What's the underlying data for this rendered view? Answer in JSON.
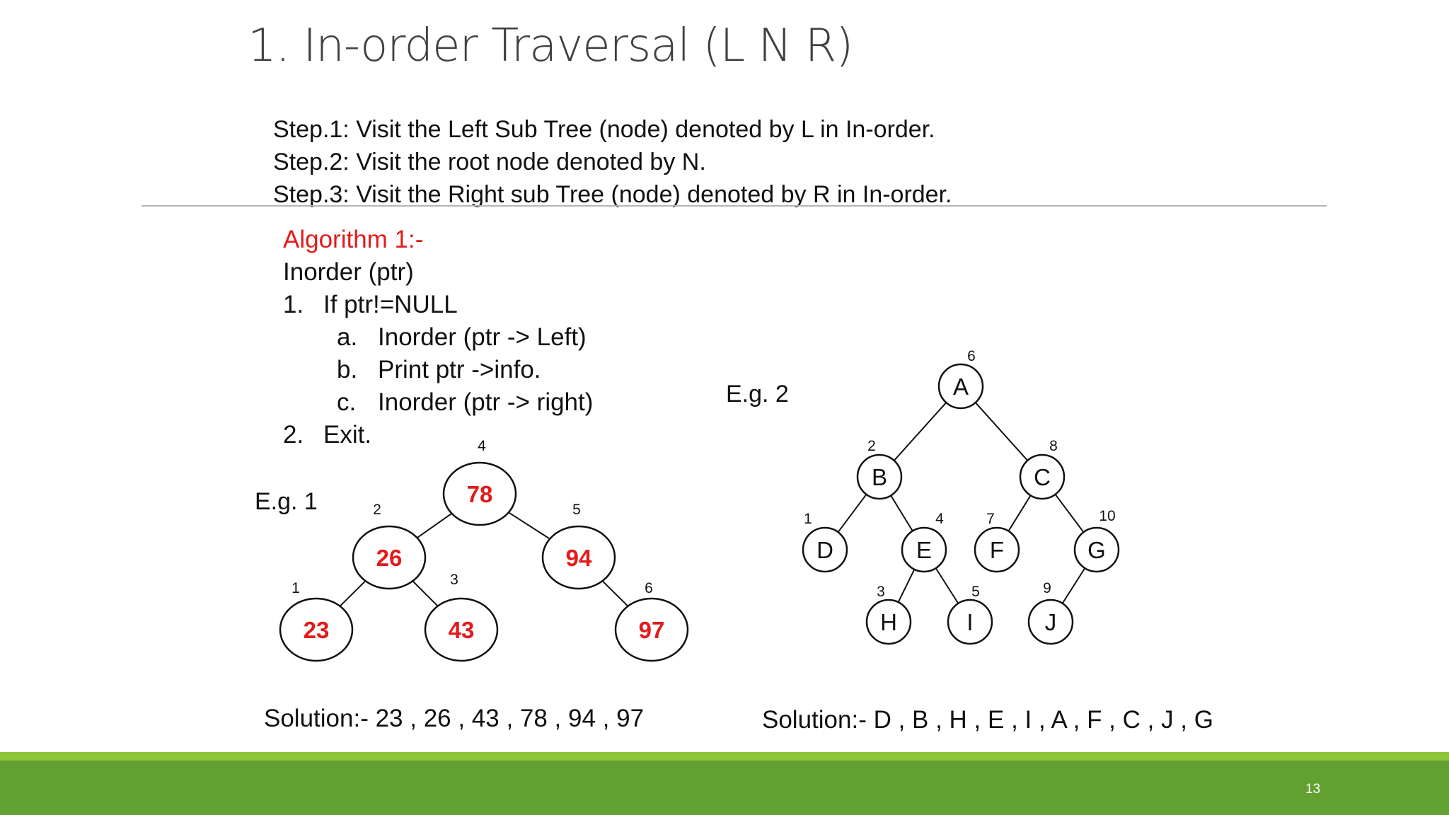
{
  "slide": {
    "title": "1. In-order Traversal (L N R)",
    "page_number": "13"
  },
  "steps": [
    "Step.1: Visit the Left Sub Tree (node) denoted by L in In-order.",
    "Step.2: Visit the root node denoted by N.",
    "Step.3: Visit the Right sub Tree (node) denoted by R in In-order."
  ],
  "algorithm": {
    "heading": "Algorithm 1:-",
    "signature": "Inorder (ptr)",
    "step1_num": "1.",
    "step1_text": "If ptr!=NULL",
    "sub": [
      {
        "label": "a.",
        "text": "Inorder (ptr -> Left)"
      },
      {
        "label": "b.",
        "text": "Print ptr ->info."
      },
      {
        "label": "c.",
        "text": "Inorder (ptr -> right)"
      }
    ],
    "step2_num": "2.",
    "step2_text": "Exit."
  },
  "example1": {
    "label": "E.g. 1",
    "nodes": [
      {
        "id": "78",
        "label": "78",
        "order": "4"
      },
      {
        "id": "26",
        "label": "26",
        "order": "2"
      },
      {
        "id": "94",
        "label": "94",
        "order": "5"
      },
      {
        "id": "23",
        "label": "23",
        "order": "1"
      },
      {
        "id": "43",
        "label": "43",
        "order": "3"
      },
      {
        "id": "97",
        "label": "97",
        "order": "6"
      }
    ],
    "edges": [
      [
        "78",
        "26"
      ],
      [
        "78",
        "94"
      ],
      [
        "26",
        "23"
      ],
      [
        "26",
        "43"
      ],
      [
        "94",
        "97"
      ]
    ],
    "solution": "Solution:- 23 , 26 , 43 , 78 , 94 , 97"
  },
  "example2": {
    "label": "E.g. 2",
    "nodes": [
      {
        "id": "A",
        "label": "A",
        "order": "6"
      },
      {
        "id": "B",
        "label": "B",
        "order": "2"
      },
      {
        "id": "C",
        "label": "C",
        "order": "8"
      },
      {
        "id": "D",
        "label": "D",
        "order": "1"
      },
      {
        "id": "E",
        "label": "E",
        "order": "4"
      },
      {
        "id": "F",
        "label": "F",
        "order": "7"
      },
      {
        "id": "G",
        "label": "G",
        "order": "10"
      },
      {
        "id": "H",
        "label": "H",
        "order": "3"
      },
      {
        "id": "I",
        "label": "I",
        "order": "5"
      },
      {
        "id": "J",
        "label": "J",
        "order": "9"
      }
    ],
    "edges": [
      [
        "A",
        "B"
      ],
      [
        "A",
        "C"
      ],
      [
        "B",
        "D"
      ],
      [
        "B",
        "E"
      ],
      [
        "C",
        "F"
      ],
      [
        "C",
        "G"
      ],
      [
        "E",
        "H"
      ],
      [
        "E",
        "I"
      ],
      [
        "G",
        "J"
      ]
    ],
    "solution": "Solution:- D , B , H , E , I , A , F , C , J , G"
  },
  "colors": {
    "highlight_red": "#e31b1b",
    "footer_green": "#62a032",
    "footer_light_green": "#8fc33a"
  }
}
